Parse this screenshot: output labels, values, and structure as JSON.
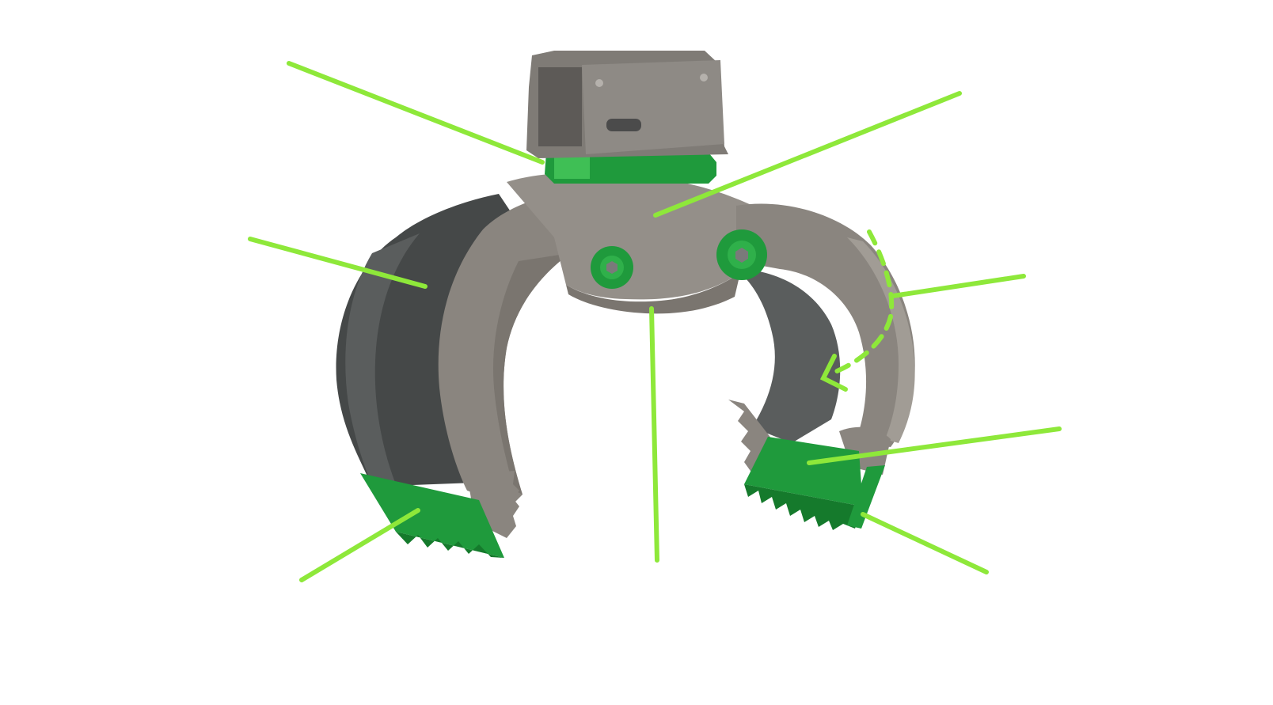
{
  "diagram": {
    "subject": "grapple-attachment",
    "colors": {
      "background": "#ffffff",
      "callout_line": "#8ee83a",
      "accent_green": "#1f9a3c",
      "accent_green_dark": "#157a2c",
      "jaw_grey": "#8a857f",
      "jaw_grey_light": "#a19c95",
      "shell_dark": "#4a4d4d",
      "shell_darker": "#3a3c3c",
      "mount_grey": "#7f7b76"
    },
    "callouts": [
      {
        "name": "rotator-ring"
      },
      {
        "name": "upper-frame"
      },
      {
        "name": "left-shell"
      },
      {
        "name": "right-jaw-closing-motion"
      },
      {
        "name": "right-jaw-teeth"
      },
      {
        "name": "right-cutting-edge"
      },
      {
        "name": "left-cutting-edge"
      },
      {
        "name": "jaw-opening"
      }
    ]
  }
}
